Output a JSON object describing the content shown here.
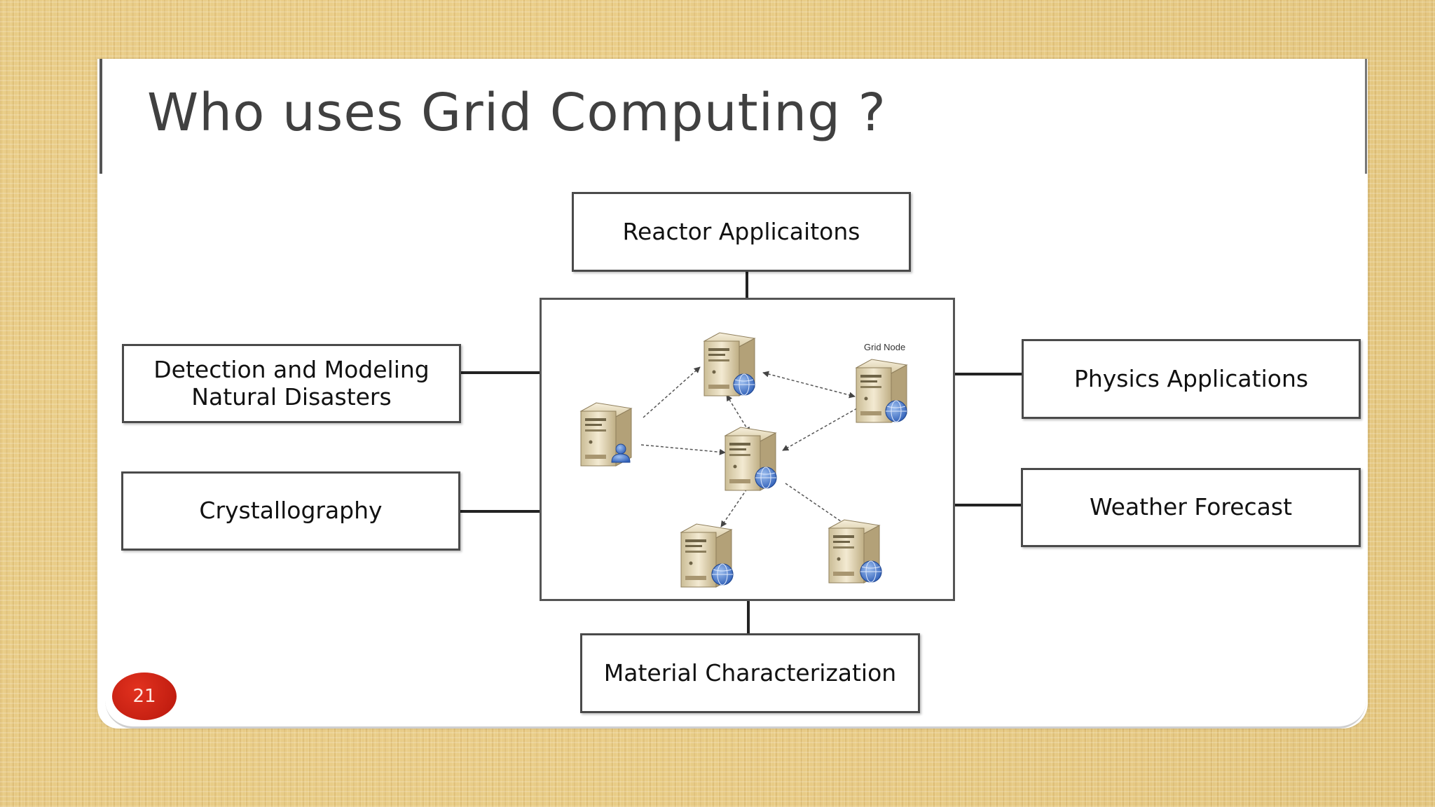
{
  "slide": {
    "title": "Who uses Grid Computing ?",
    "page_number": "21"
  },
  "diagram": {
    "top": "Reactor Applicaitons",
    "left_upper": "Detection and Modeling\nNatural Disasters",
    "left_lower": "Crystallography",
    "right_upper": "Physics Applications",
    "right_lower": "Weather Forecast",
    "bottom": "Material Characterization",
    "grid_node_label": "Grid Node"
  },
  "colors": {
    "badge": "#c8200f",
    "server_body": "#e7dcc0",
    "globe": "#4a78c8"
  },
  "icons": [
    "server-icon",
    "user-icon",
    "globe-icon"
  ]
}
